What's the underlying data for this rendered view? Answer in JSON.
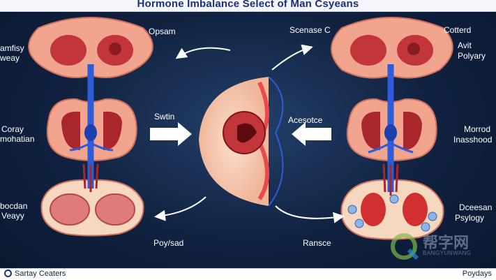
{
  "title": "Hormone Imbalance Select of Man Csyeans",
  "labels": {
    "opsam": "Opsam",
    "scrnase": "Scenase C",
    "cotterd": "Cotterd",
    "avit": "Avit",
    "polyary": "Polyary",
    "amfisy": "amfisy",
    "weay": "weay",
    "swtin": "Swtin",
    "acesotce": "Acesotce",
    "coray": "Coray",
    "mohatian": "mohatian",
    "morrod": "Morrod",
    "inasshood": "Inasshood",
    "bocdan": "bocdan",
    "veayy": "Veayy",
    "poysad": "Poy/sad",
    "ransce": "Ransce",
    "dceesan": "Dceesan",
    "psylogy": "Psylogy"
  },
  "footer": {
    "left": "Sartay Ceaters",
    "right": "Poydays"
  },
  "watermark": {
    "main": "帮字网",
    "sub": "BANGYUNWANG"
  },
  "colors": {
    "background": "#10213f",
    "tissue": "#f2a58e",
    "organ": "#b2232b",
    "vessel": "#2e5bd8",
    "arrow": "#ffffff"
  }
}
